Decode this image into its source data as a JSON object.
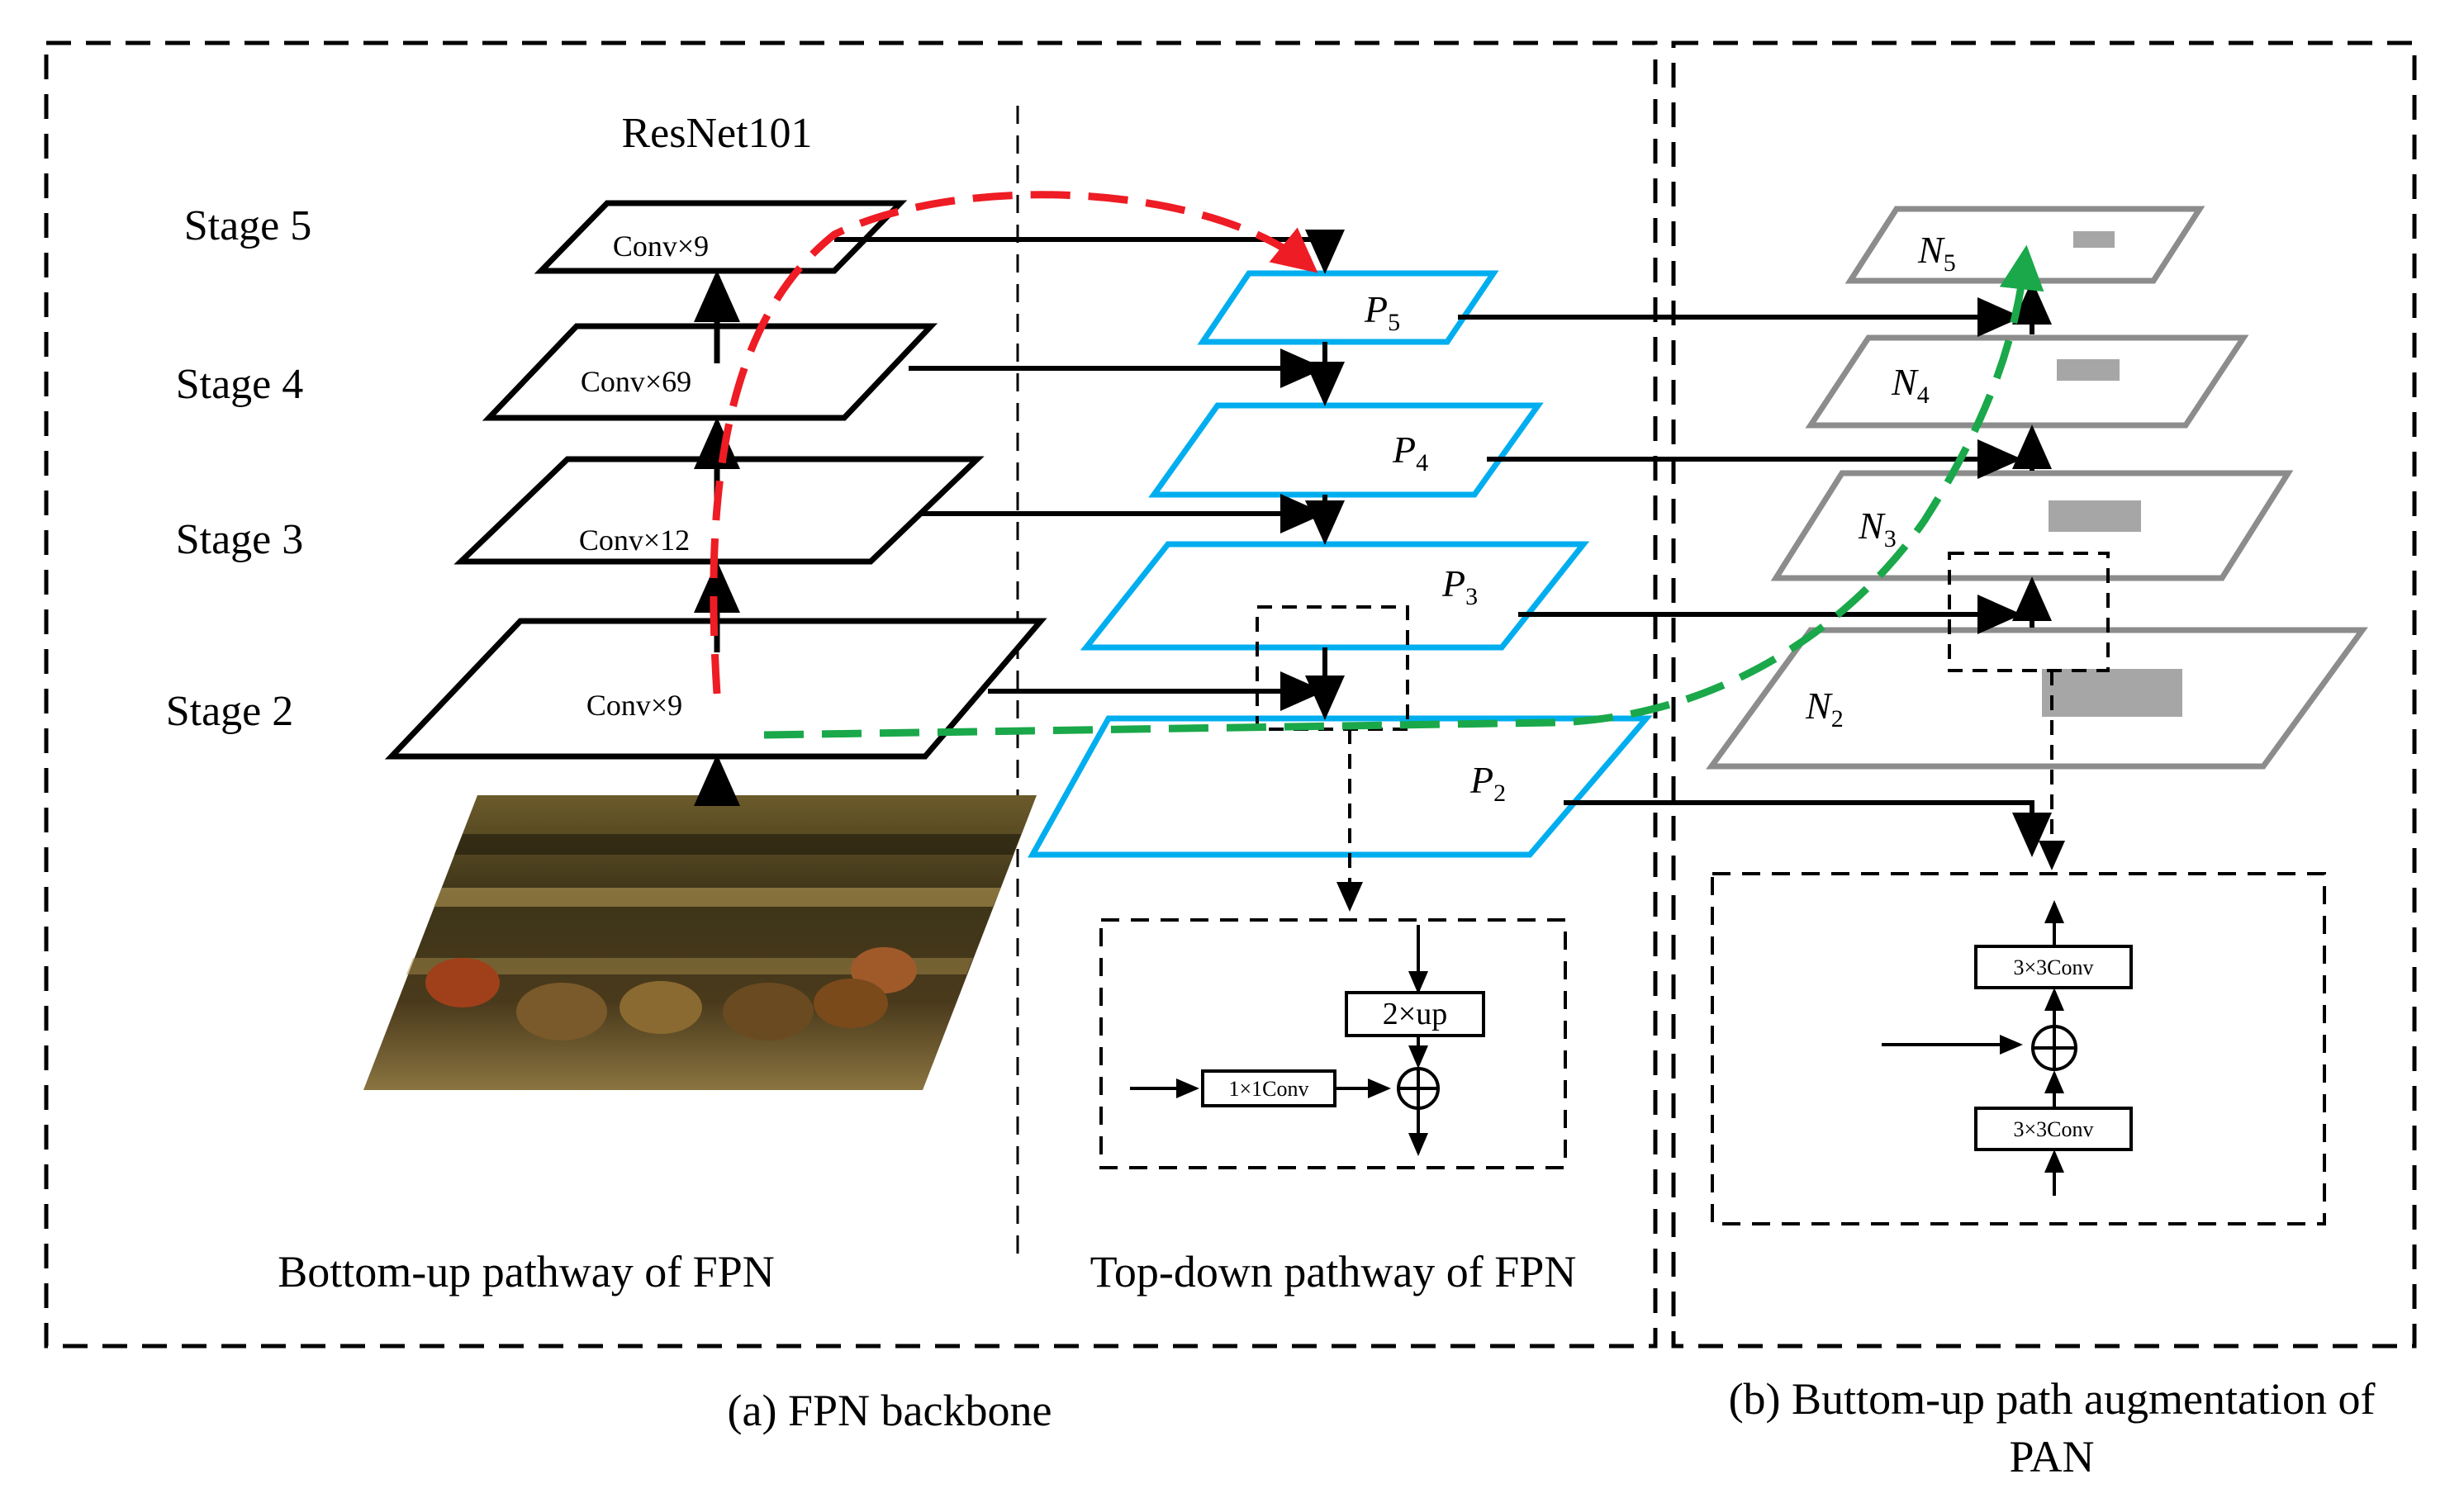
{
  "backbone": {
    "title": "ResNet101",
    "stages": [
      {
        "label": "Stage 5",
        "conv": "Conv×9"
      },
      {
        "label": "Stage 4",
        "conv": "Conv×69"
      },
      {
        "label": "Stage 3",
        "conv": "Conv×12"
      },
      {
        "label": "Stage 2",
        "conv": "Conv×9"
      }
    ],
    "bottom_up_label": "Bottom-up pathway of FPN"
  },
  "topdown": {
    "levels": [
      {
        "letter": "P",
        "sub": "5"
      },
      {
        "letter": "P",
        "sub": "4"
      },
      {
        "letter": "P",
        "sub": "3"
      },
      {
        "letter": "P",
        "sub": "2"
      }
    ],
    "label": "Top-down pathway of FPN",
    "detail": {
      "up_label": "2×up",
      "conv_label": "1×1Conv"
    }
  },
  "pan": {
    "levels": [
      {
        "letter": "N",
        "sub": "5"
      },
      {
        "letter": "N",
        "sub": "4"
      },
      {
        "letter": "N",
        "sub": "3"
      },
      {
        "letter": "N",
        "sub": "2"
      }
    ],
    "detail": {
      "conv_top": "3×3Conv",
      "conv_bottom": "3×3Conv"
    }
  },
  "captions": {
    "a": "(a) FPN backbone",
    "b_line1": "(b) Buttom-up path augmentation of",
    "b_line2": "PAN"
  },
  "colors": {
    "fpn_level": "#00aeef",
    "pan_level": "#8c8c8c",
    "red_path": "#ee1c24",
    "green_path": "#1aa84a"
  }
}
